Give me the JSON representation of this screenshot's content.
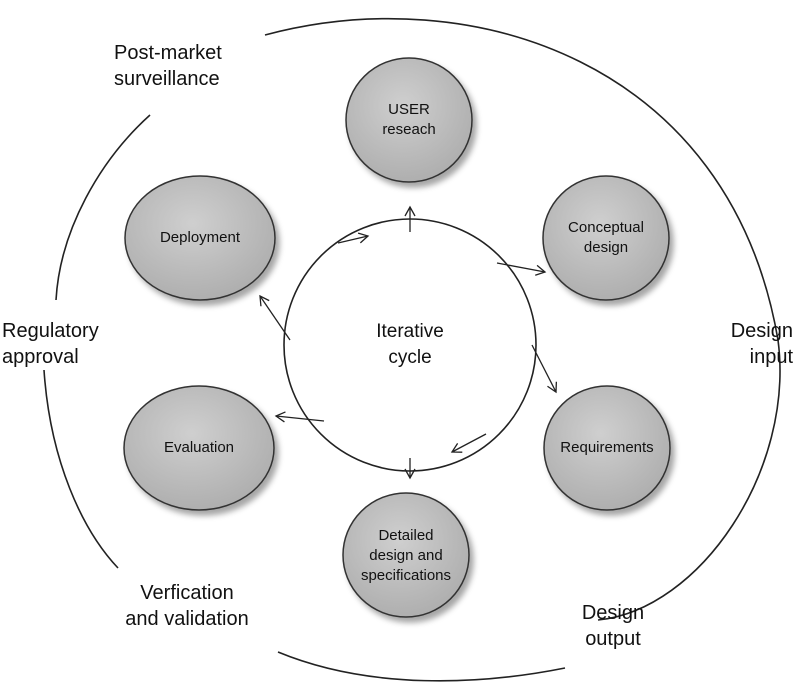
{
  "diagram": {
    "center": {
      "label": "Iterative\ncycle"
    },
    "nodes": [
      {
        "id": "user-research",
        "label": "USER\nreseach"
      },
      {
        "id": "conceptual-design",
        "label": "Conceptual\ndesign"
      },
      {
        "id": "requirements",
        "label": "Requirements"
      },
      {
        "id": "detailed-design",
        "label": "Detailed\ndesign and\nspecifications"
      },
      {
        "id": "evaluation",
        "label": "Evaluation"
      },
      {
        "id": "deployment",
        "label": "Deployment"
      }
    ],
    "phases": [
      {
        "id": "post-market-surveillance",
        "label": "Post-market\nsurveillance"
      },
      {
        "id": "design-input",
        "label": "Design\ninput"
      },
      {
        "id": "design-output",
        "label": "Design\noutput"
      },
      {
        "id": "verification-validation",
        "label": "Verfication\nand validation"
      },
      {
        "id": "regulatory-approval",
        "label": "Regulatory\napproval"
      }
    ],
    "colors": {
      "node_fill": "#bdbdbd",
      "node_stroke": "#333333",
      "line": "#222222",
      "text": "#111111"
    }
  }
}
